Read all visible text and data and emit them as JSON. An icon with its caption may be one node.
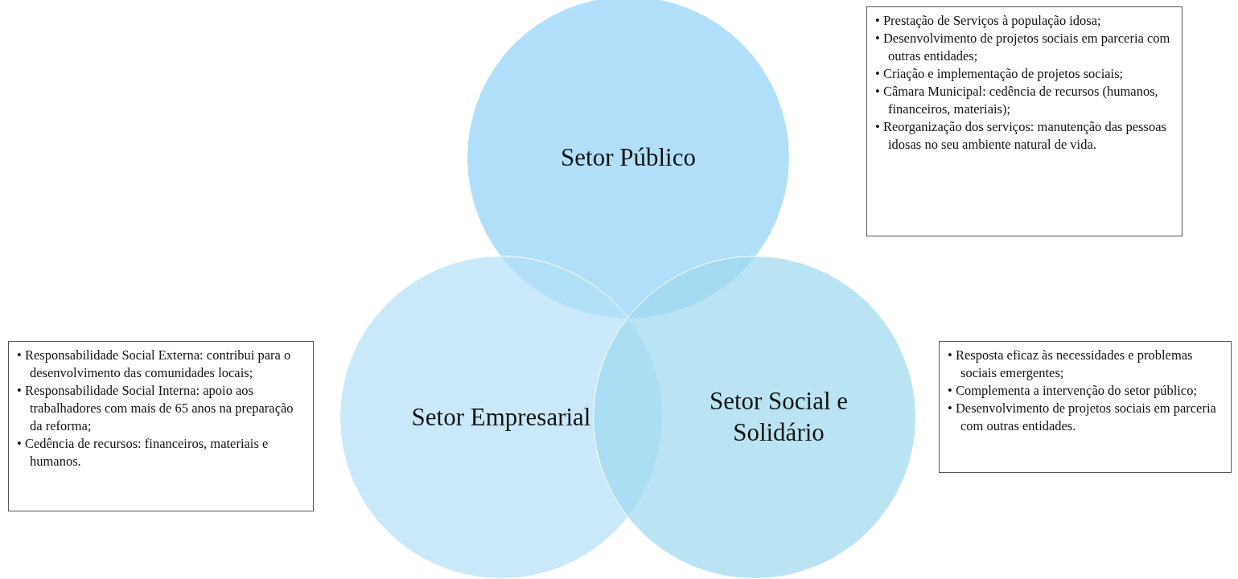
{
  "diagram": {
    "nodes": [
      {
        "text": [
          "Setor Público"
        ]
      },
      {
        "text": [
          "• Prestação de Serviços à população idosa;",
          "• Desenvolvimento de projetos sociais em parceria com outras entidades;",
          "• Criação e implementação de projetos sociais;",
          "• Câmara Municipal: cedência de recursos (humanos, financeiros, materiais);",
          "• Reorganização dos serviços: manutenção das pessoas idosas no seu ambiente natural de vida."
        ]
      },
      {
        "text": [
          "• Responsabilidade Social Externa: contribui para o desenvolvimento das comunidades locais;",
          "• Responsabilidade Social Interna: apoio aos trabalhadores com mais de 65 anos na preparação da reforma;",
          "• Cedência de recursos: financeiros, materiais e humanos."
        ]
      },
      {
        "text": [
          "Setor Empresarial"
        ]
      },
      {
        "text": [
          "Setor Social e Solidário"
        ]
      },
      {
        "text": [
          "• Resposta eficaz às necessidades e problemas sociais emergentes;",
          "• Complementa a intervenção do setor público;",
          "• Desenvolvimento de projetos sociais em parceria com outras entidades."
        ]
      }
    ]
  }
}
